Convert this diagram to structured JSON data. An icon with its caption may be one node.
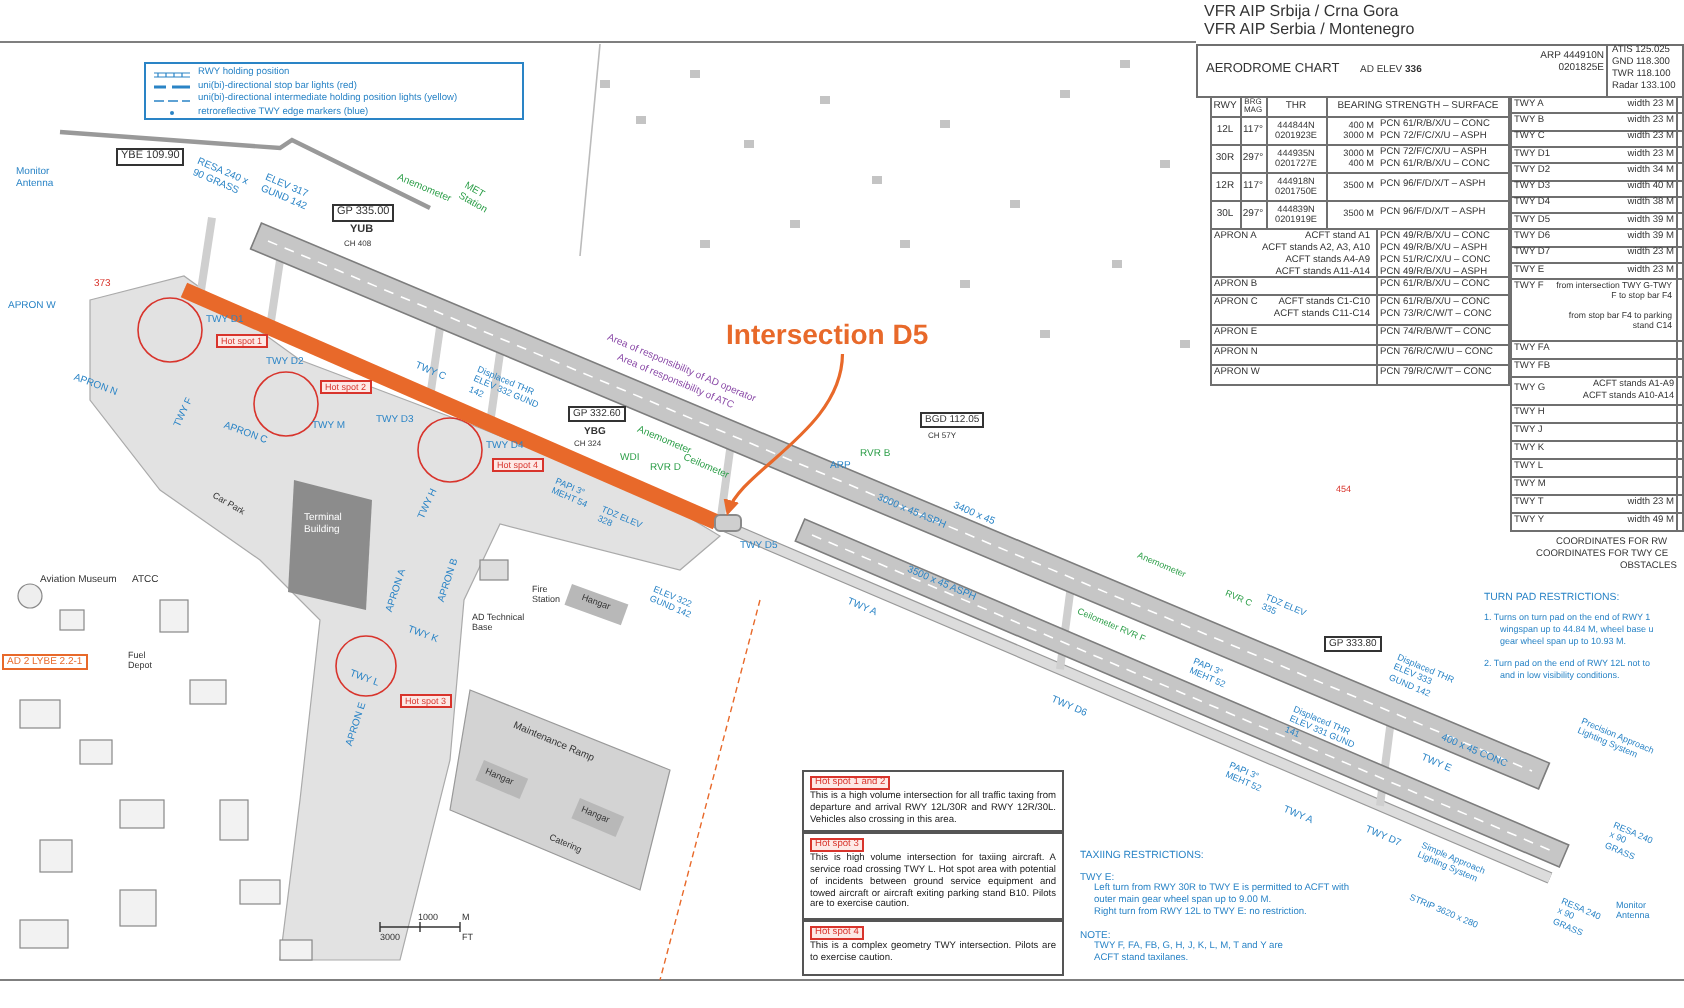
{
  "diagram": {
    "nodes": [
      {
        "text": [
          "Intersection D5"
        ]
      },
      {
        "text": [],
        "shape": "box"
      },
      {
        "text": [
          "Hot spot 1 and 2",
          "This is a high volume intersection for all traffic taxing from departure and arrival RWY 12L/30R and RWY 12R/30L. Vehicles also crossing in this area."
        ]
      },
      {
        "text": [
          "Hot spot 3",
          "This is high volume intersection for taxiing aircraft. A service road crossing TWY L. Hot spot area with potential of incidents between ground service equipment and towed aircraft or aircraft exiting parking stand B10. Pilots are to exercise caution."
        ]
      },
      {
        "text": [
          "Hot spot 4",
          "This is a complex geometry TWY intersection. Pilots are to exercise caution."
        ]
      }
    ],
    "edges": [
      {
        "from": 0,
        "to": 1,
        "arrow": "to",
        "color": "#e8692a"
      }
    ],
    "labels": [
      "VFR AIP Srbija / Crna Gora",
      "VFR AIP Serbia / Montenegro",
      "AERODROME CHART",
      "AD ELEV **336**",
      "ARP 444910N 0201825E",
      "ATIS 125.025",
      "GND 118.300",
      "TWR 118.100",
      "Radar 133.100",
      "RWY",
      "BRG MAG",
      "THR",
      "BEARING STRENGTH – SURFACE",
      "12L",
      "117°",
      "444844N 0201923E",
      "400 M 3000 M",
      "PCN 61/R/B/X/U – CONC",
      "PCN 72/F/C/X/U – ASPH",
      "30R",
      "297°",
      "444935N 0201727E",
      "3000 M 400 M",
      "PCN 72/F/C/X/U – ASPH",
      "PCN 61/R/B/X/U – CONC",
      "12R",
      "117°",
      "444918N 0201750E",
      "3500 M",
      "PCN 96/F/D/X/T – ASPH",
      "30L",
      "297°",
      "444839N 0201919E",
      "3500 M",
      "PCN 96/F/D/X/T – ASPH",
      "APRON A",
      "ACFT stand A1",
      "PCN 49/R/B/X/U – CONC",
      "ACFT stands A2, A3, A10",
      "PCN 49/R/B/X/U – ASPH",
      "ACFT stands A4-A9",
      "PCN 51/R/C/X/U – CONC",
      "ACFT stands A11-A14",
      "PCN 49/R/B/X/U – ASPH",
      "APRON B",
      "PCN 61/R/B/X/U – CONC",
      "APRON C",
      "ACFT stands C1-C10",
      "PCN 61/R/B/X/U – CONC",
      "ACFT stands C11-C14",
      "PCN 73/R/C/W/T – CONC",
      "APRON E",
      "PCN 74/R/B/W/T – CONC",
      "APRON N",
      "PCN 76/R/C/W/U – CONC",
      "APRON W",
      "PCN 79/R/C/W/T – CONC",
      "TWY A",
      "width 23 M",
      "TWY B",
      "width 23 M",
      "TWY C",
      "width 23 M",
      "TWY D1",
      "width 23 M",
      "TWY D2",
      "width 34 M",
      "TWY D3",
      "width 40 M",
      "TWY D4",
      "width 38 M",
      "TWY D5",
      "width 39 M",
      "TWY D6",
      "width 39 M",
      "TWY D7",
      "width 23 M",
      "TWY E",
      "width 23 M",
      "TWY F",
      "from intersection TWY G-TWY F to stop bar F4",
      "from stop bar F4 to parking stand C14",
      "TWY FA",
      "TWY FB",
      "TWY G",
      "ACFT stands A1-A9",
      "ACFT stands A10-A14",
      "TWY H",
      "TWY J",
      "TWY K",
      "TWY L",
      "TWY M",
      "TWY T",
      "width 23 M",
      "TWY Y",
      "width 49 M",
      "COORDINATES FOR RW",
      "COORDINATES FOR TWY CE",
      "OBSTACLES",
      "TURN PAD RESTRICTIONS:",
      "1. Turns on turn pad on the end of RWY 1",
      "wingspan up to 44.84 M, wheel base u",
      "gear wheel span up to 10.93 M.",
      "2. Turn pad on the end of RWY 12L not to",
      "and in low visibility conditions.",
      "Monitor Antenna",
      "YBE 109.90",
      "RESA 240 x 90 GRASS",
      "ELEV 317 GUND 142",
      "GP 335.00",
      "YUB",
      "CH 408",
      "Anemometer",
      "MET Station",
      "APRON W",
      "373",
      "TWY D1",
      "Hot spot 1",
      "TWY D2",
      "Hot spot 2",
      "APRON N",
      "TWY F",
      "APRON C",
      "TWY M",
      "TWY C",
      "TWY D3",
      "Displaced THR ELEV 332 GUND 142",
      "Area of responsibility of AD operator",
      "Area of responsibility of ATC",
      "GP 332.60",
      "YBG",
      "CH 324",
      "Anemometer",
      "Ceilometer",
      "WDI",
      "RVR D",
      "TWY D4",
      "Hot spot 4",
      "PAPI 3° MEHT 54",
      "TDZ ELEV 328",
      "ARP",
      "RVR B",
      "BGD 112.05",
      "CH 57Y",
      "3400 x 45",
      "3000 x 45 ASPH",
      "TWY D5",
      "TWY A",
      "3500 x 45 ASPH",
      "ELEV 322 GUND 142",
      "Hangar",
      "Fire Station",
      "AD Technical Base",
      "TWY H",
      "TWY K",
      "TWY L",
      "Hot spot 3",
      "APRON A",
      "APRON B",
      "APRON E",
      "Terminal Building",
      "Car Park",
      "Aviation Museum",
      "ATCC",
      "Fuel Depot",
      "AD 2 LYBE 2.2-1",
      "Maintenance Ramp",
      "Hangar",
      "Hangar",
      "Catering",
      "1000",
      "M",
      "3000",
      "FT",
      "454",
      "Anemometer",
      "RVR C",
      "TDZ ELEV 335",
      "PAPI 3° MEHT 52",
      "GP 333.80",
      "TWY D6",
      "Ceilometer RVR F",
      "Displaced THR ELEV 333 GUND 142",
      "Displaced THR ELEV 331 GUND 141",
      "PAPI 3° MEHT 52",
      "TWY A",
      "TWY E",
      "400 x 45 CONC",
      "TWY D7",
      "Simple Approach Lighting System",
      "STRIP 3620 x 280",
      "Precision Approach Lighting System",
      "RESA 240 x 90 GRASS",
      "RESA 240 x 90 GRASS",
      "Monitor Antenna",
      "TAXIING RESTRICTIONS:",
      "TWY E:",
      "Left turn from RWY 30R to TWY E is permitted to ACFT with outer main gear wheel span up to 9.00 M.",
      "Right turn from RWY 12L to TWY E: no restriction.",
      "NOTE:",
      "TWY F, FA, FB, G, H, J, K, L, M, T and Y are ACFT stand taxilanes."
    ],
    "legend": [
      {
        "text": "RWY holding position"
      },
      {
        "text": "uni(bi)-directional stop bar lights (red)"
      },
      {
        "text": "uni(bi)-directional intermediate holding position lights (yellow)"
      },
      {
        "text": "retroreflective TWY edge markers (blue)"
      }
    ]
  }
}
